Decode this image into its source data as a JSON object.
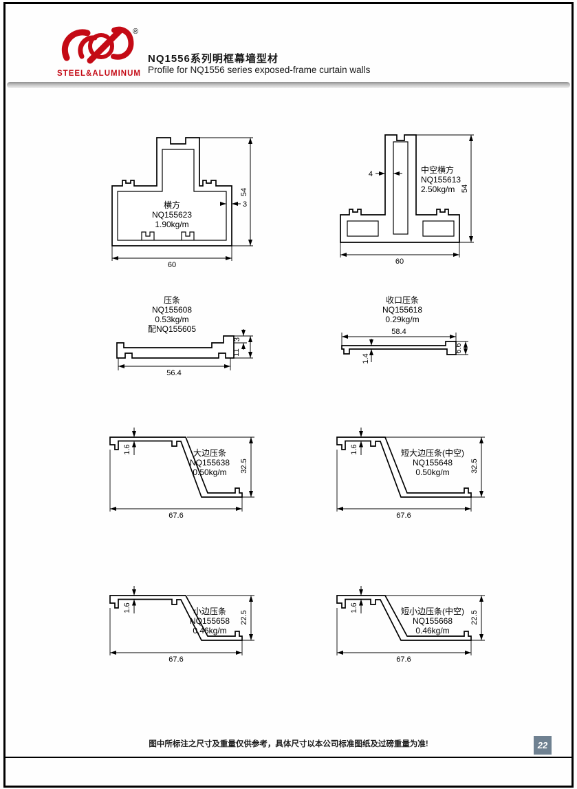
{
  "header": {
    "brand_name": "STEEL&ALUMINUM",
    "registered_mark": "®",
    "title_zh": "NQ1556系列明框幕墙型材",
    "title_en": "Profile for NQ1556 series exposed-frame curtain walls"
  },
  "drawings": [
    {
      "name": "横方",
      "code": "NQ155623",
      "weight": "1.90kg/m",
      "dims": {
        "width": "60",
        "height": "54",
        "wall": "3"
      }
    },
    {
      "name": "中空横方",
      "code": "NQ155613",
      "weight": "2.50kg/m",
      "dims": {
        "width": "60",
        "height": "54",
        "wall": "4"
      }
    },
    {
      "name": "压条",
      "code": "NQ155608",
      "weight": "0.53kg/m",
      "extra": "配NQ155605",
      "dims": {
        "width": "56.4",
        "lip": "3",
        "height": "11"
      }
    },
    {
      "name": "收口压条",
      "code": "NQ155618",
      "weight": "0.29kg/m",
      "dims": {
        "width": "58.4",
        "hook": "6.6",
        "thickness": "1.4"
      }
    },
    {
      "name": "大边压条",
      "code": "NQ155638",
      "weight": "0.50kg/m",
      "dims": {
        "width": "67.6",
        "height": "32.5",
        "thickness": "1.6"
      }
    },
    {
      "name": "短大边压条(中空)",
      "code": "NQ155648",
      "weight": "0.50kg/m",
      "dims": {
        "width": "67.6",
        "height": "32.5",
        "thickness": "1.6"
      }
    },
    {
      "name": "小边压条",
      "code": "NQ155658",
      "weight": "0.46kg/m",
      "dims": {
        "width": "67.6",
        "height": "22.5",
        "thickness": "1.6"
      }
    },
    {
      "name": "短小边压条(中空)",
      "code": "NQ155668",
      "weight": "0.46kg/m",
      "dims": {
        "width": "67.6",
        "height": "22.5",
        "thickness": "1.6"
      }
    }
  ],
  "footer": {
    "note": "图中所标注之尺寸及重量仅供参考，具体尺寸以本公司标准图纸及过磅重量为准!",
    "page_number": "22"
  },
  "colors": {
    "brand_red": "#c40a15",
    "badge_bg": "#6f8191",
    "line": "#000000"
  }
}
